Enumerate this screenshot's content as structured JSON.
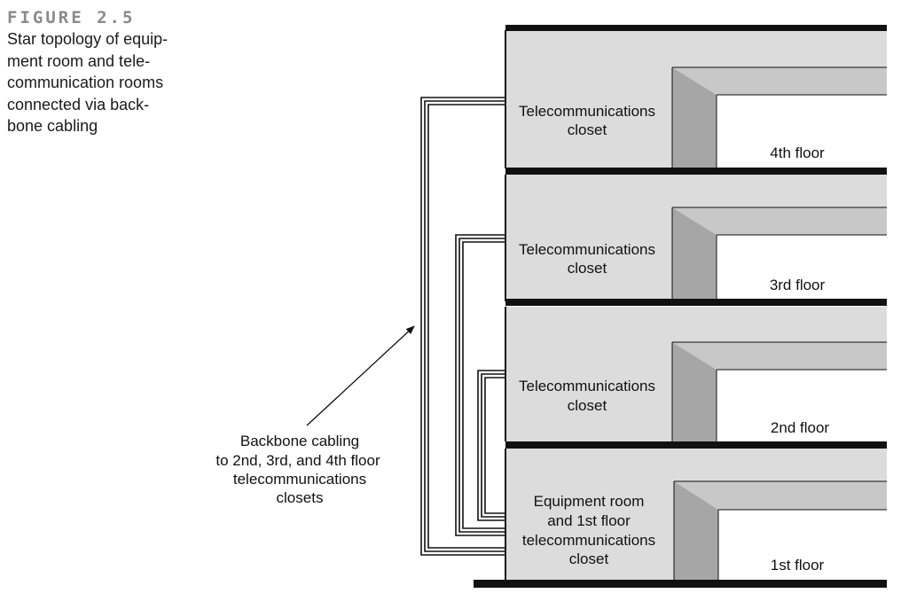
{
  "figure": {
    "label": "FIGURE 2.5",
    "caption_lines": [
      "Star topology of equip-",
      "ment room and tele-",
      "communication rooms",
      "connected via back-",
      "bone cabling"
    ]
  },
  "floors": [
    {
      "label": "4th floor",
      "room_lines": [
        "Telecommunications",
        "closet"
      ]
    },
    {
      "label": "3rd floor",
      "room_lines": [
        "Telecommunications",
        "closet"
      ]
    },
    {
      "label": "2nd floor",
      "room_lines": [
        "Telecommunications",
        "closet"
      ]
    },
    {
      "label": "1st floor",
      "room_lines": [
        "Equipment room",
        "and 1st floor",
        "telecommunications",
        "closet"
      ]
    }
  ],
  "callout": {
    "lines": [
      "Backbone cabling",
      "to 2nd, 3rd, and 4th floor",
      "telecommunications",
      "closets"
    ]
  },
  "colors": {
    "wall": "#dcdcdc",
    "bevel_dark": "#a6a6a6",
    "bevel_light": "#c8c8c8",
    "slab": "#111111",
    "cable": "#111111"
  }
}
